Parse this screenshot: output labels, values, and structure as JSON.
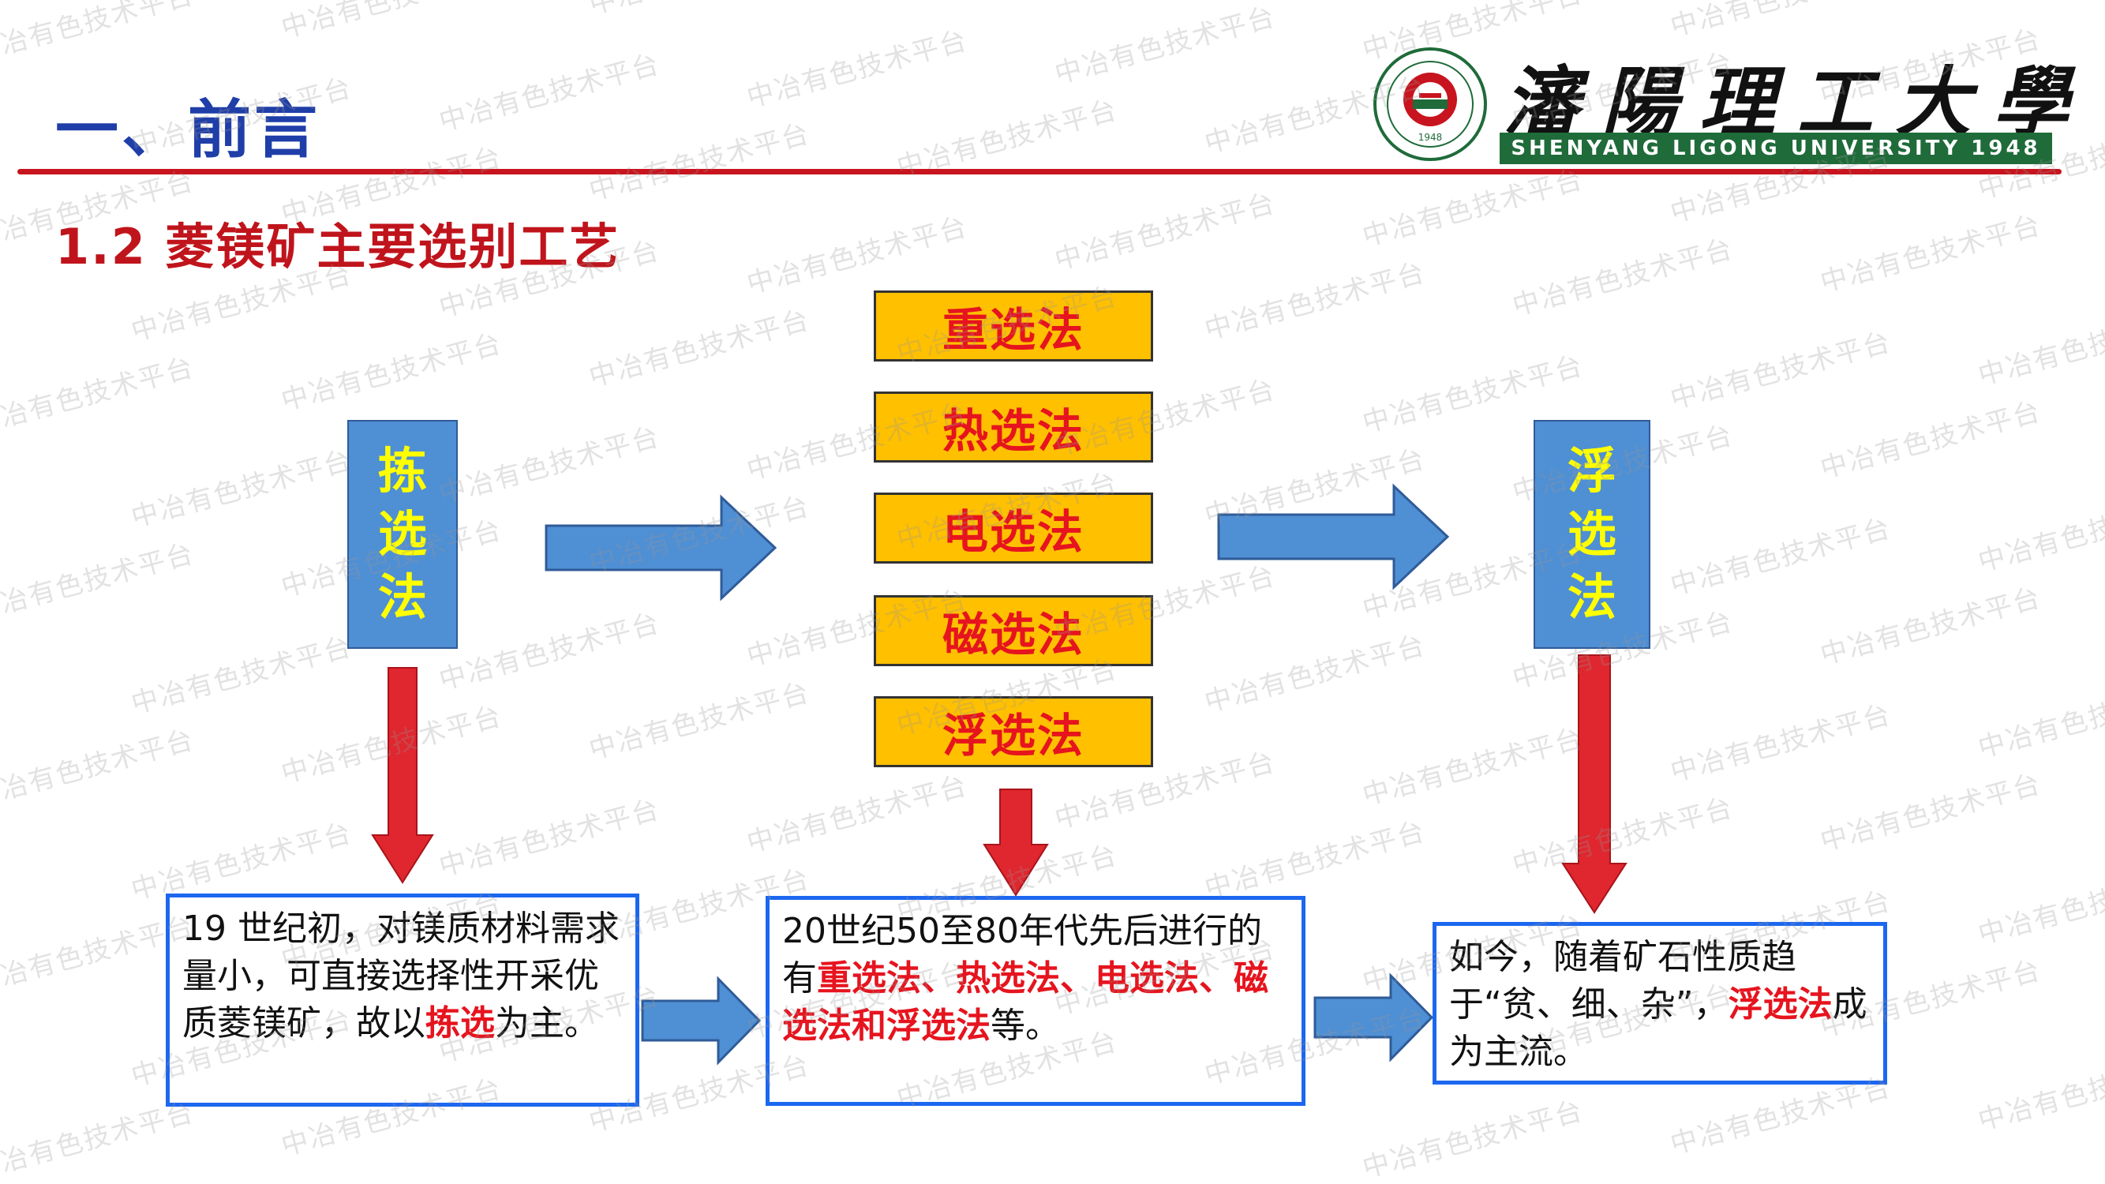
{
  "header": {
    "section_title": "一、前言",
    "sub_title": "1.2 菱镁矿主要选别工艺"
  },
  "logo": {
    "university_name": "瀋陽理工大學",
    "english_name": "SHENYANG LIGONG UNIVERSITY 1948",
    "emblem_text": "1948",
    "band_color": "#1f6b3a"
  },
  "watermark": "中冶有色技术平台",
  "flow": {
    "left_method": [
      "拣",
      "选",
      "法"
    ],
    "middle_methods": [
      "重选法",
      "热选法",
      "电选法",
      "磁选法",
      "浮选法"
    ],
    "right_method": [
      "浮",
      "选",
      "法"
    ]
  },
  "descriptions": {
    "left": [
      {
        "text": "19 世纪初，对镁质材料需求量小，可直接选择性开采优质菱镁矿，故以",
        "red": false
      },
      {
        "text": "拣选",
        "red": true
      },
      {
        "text": "为主。",
        "red": false
      }
    ],
    "middle": [
      {
        "text": "20世纪50至80年代先后进行的有",
        "red": false
      },
      {
        "text": "重选法、热选法、电选法、磁选法和浮选法",
        "red": true
      },
      {
        "text": "等。",
        "red": false
      }
    ],
    "right": [
      {
        "text": "如今，随着矿石性质趋于“贫、细、杂”，",
        "red": false
      },
      {
        "text": "浮选法",
        "red": true
      },
      {
        "text": "成为主流。",
        "red": false
      }
    ]
  },
  "colors": {
    "title_blue": "#1f3ea8",
    "title_red": "#c0141c",
    "box_blue": "#4f8fd4",
    "box_orange": "#ffc000",
    "accent_red": "#e6141e",
    "border_blue": "#1c67f0"
  }
}
